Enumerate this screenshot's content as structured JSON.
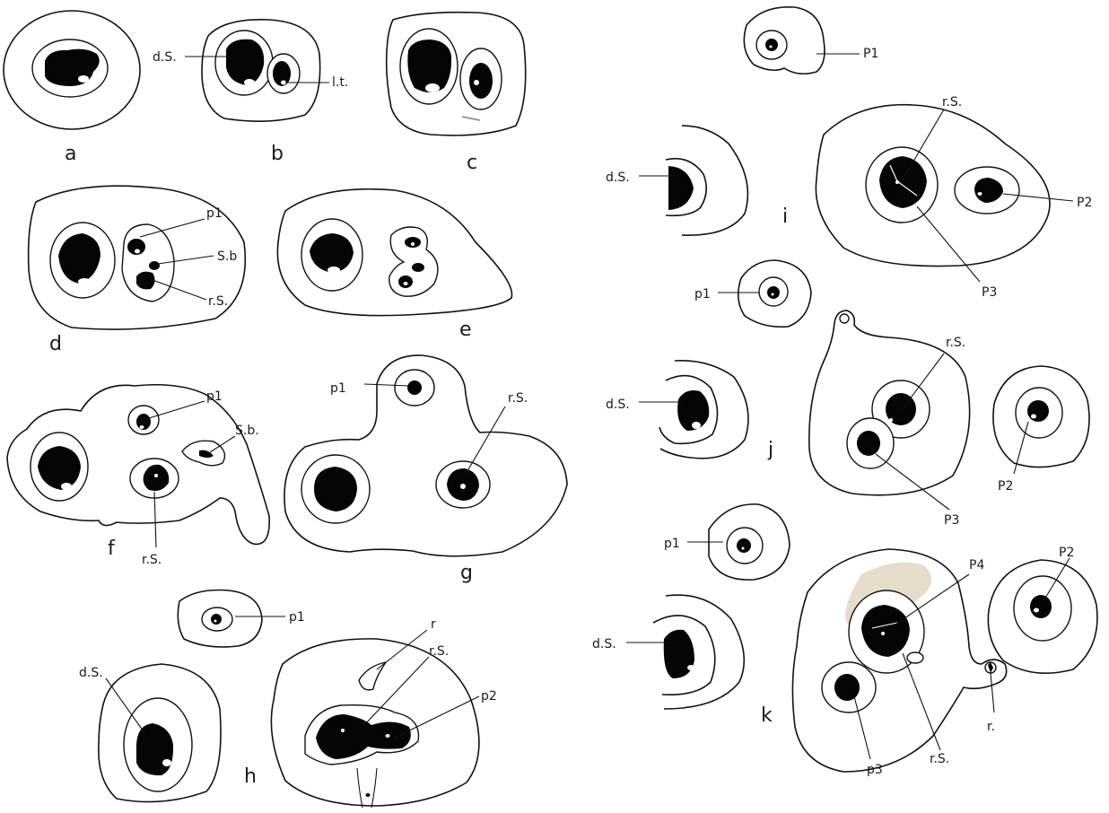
{
  "labels": {
    "ds": "d.S.",
    "lt": "l.t.",
    "p1": "p1",
    "P1": "P1",
    "p2": "p2",
    "P2": "P2",
    "p3": "p3",
    "P3": "P3",
    "p4": "P4",
    "sb": "S.b",
    "sb2": "S.b.",
    "rs": "r.S.",
    "r": "r",
    "r2": "r."
  },
  "panels": {
    "a": "a",
    "b": "b",
    "c": "c",
    "d": "d",
    "e": "e",
    "f": "f",
    "g": "g",
    "h": "h",
    "i": "i",
    "j": "j",
    "k": "k"
  }
}
